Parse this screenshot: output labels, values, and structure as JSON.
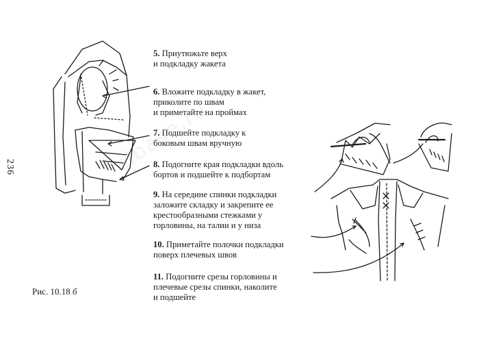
{
  "page_number": "236",
  "steps": [
    {
      "num": "5.",
      "text": "Приутюжьте верх\nи подкладку жакета"
    },
    {
      "num": "6.",
      "text": "Вложите подкладку в жакет,\nприколите по швам\nи приметайте на проймах"
    },
    {
      "num": "7.",
      "text": "Подшейте подкладку к\nбоковым швам вручную"
    },
    {
      "num": "8.",
      "text": "Подогните края подкладки вдоль\nбортов  и подшейте к подбортам"
    },
    {
      "num": "9.",
      "text": "На середине спинки подкладки\nзаложите складку и закрепите ее\nкрестообразными стежками у\nгорловины, на талии и у низа"
    },
    {
      "num": "10.",
      "text": "Приметайте полочки подкладки\nповерх плечевых швов"
    },
    {
      "num": "11.",
      "text": "Подогните срезы горловины и\nплечевые срезы спинки, наколите\nи подшейте"
    }
  ],
  "caption": {
    "prefix": "Рис. 10.18 ",
    "suffix": "б"
  },
  "watermark": "elbase.ru"
}
